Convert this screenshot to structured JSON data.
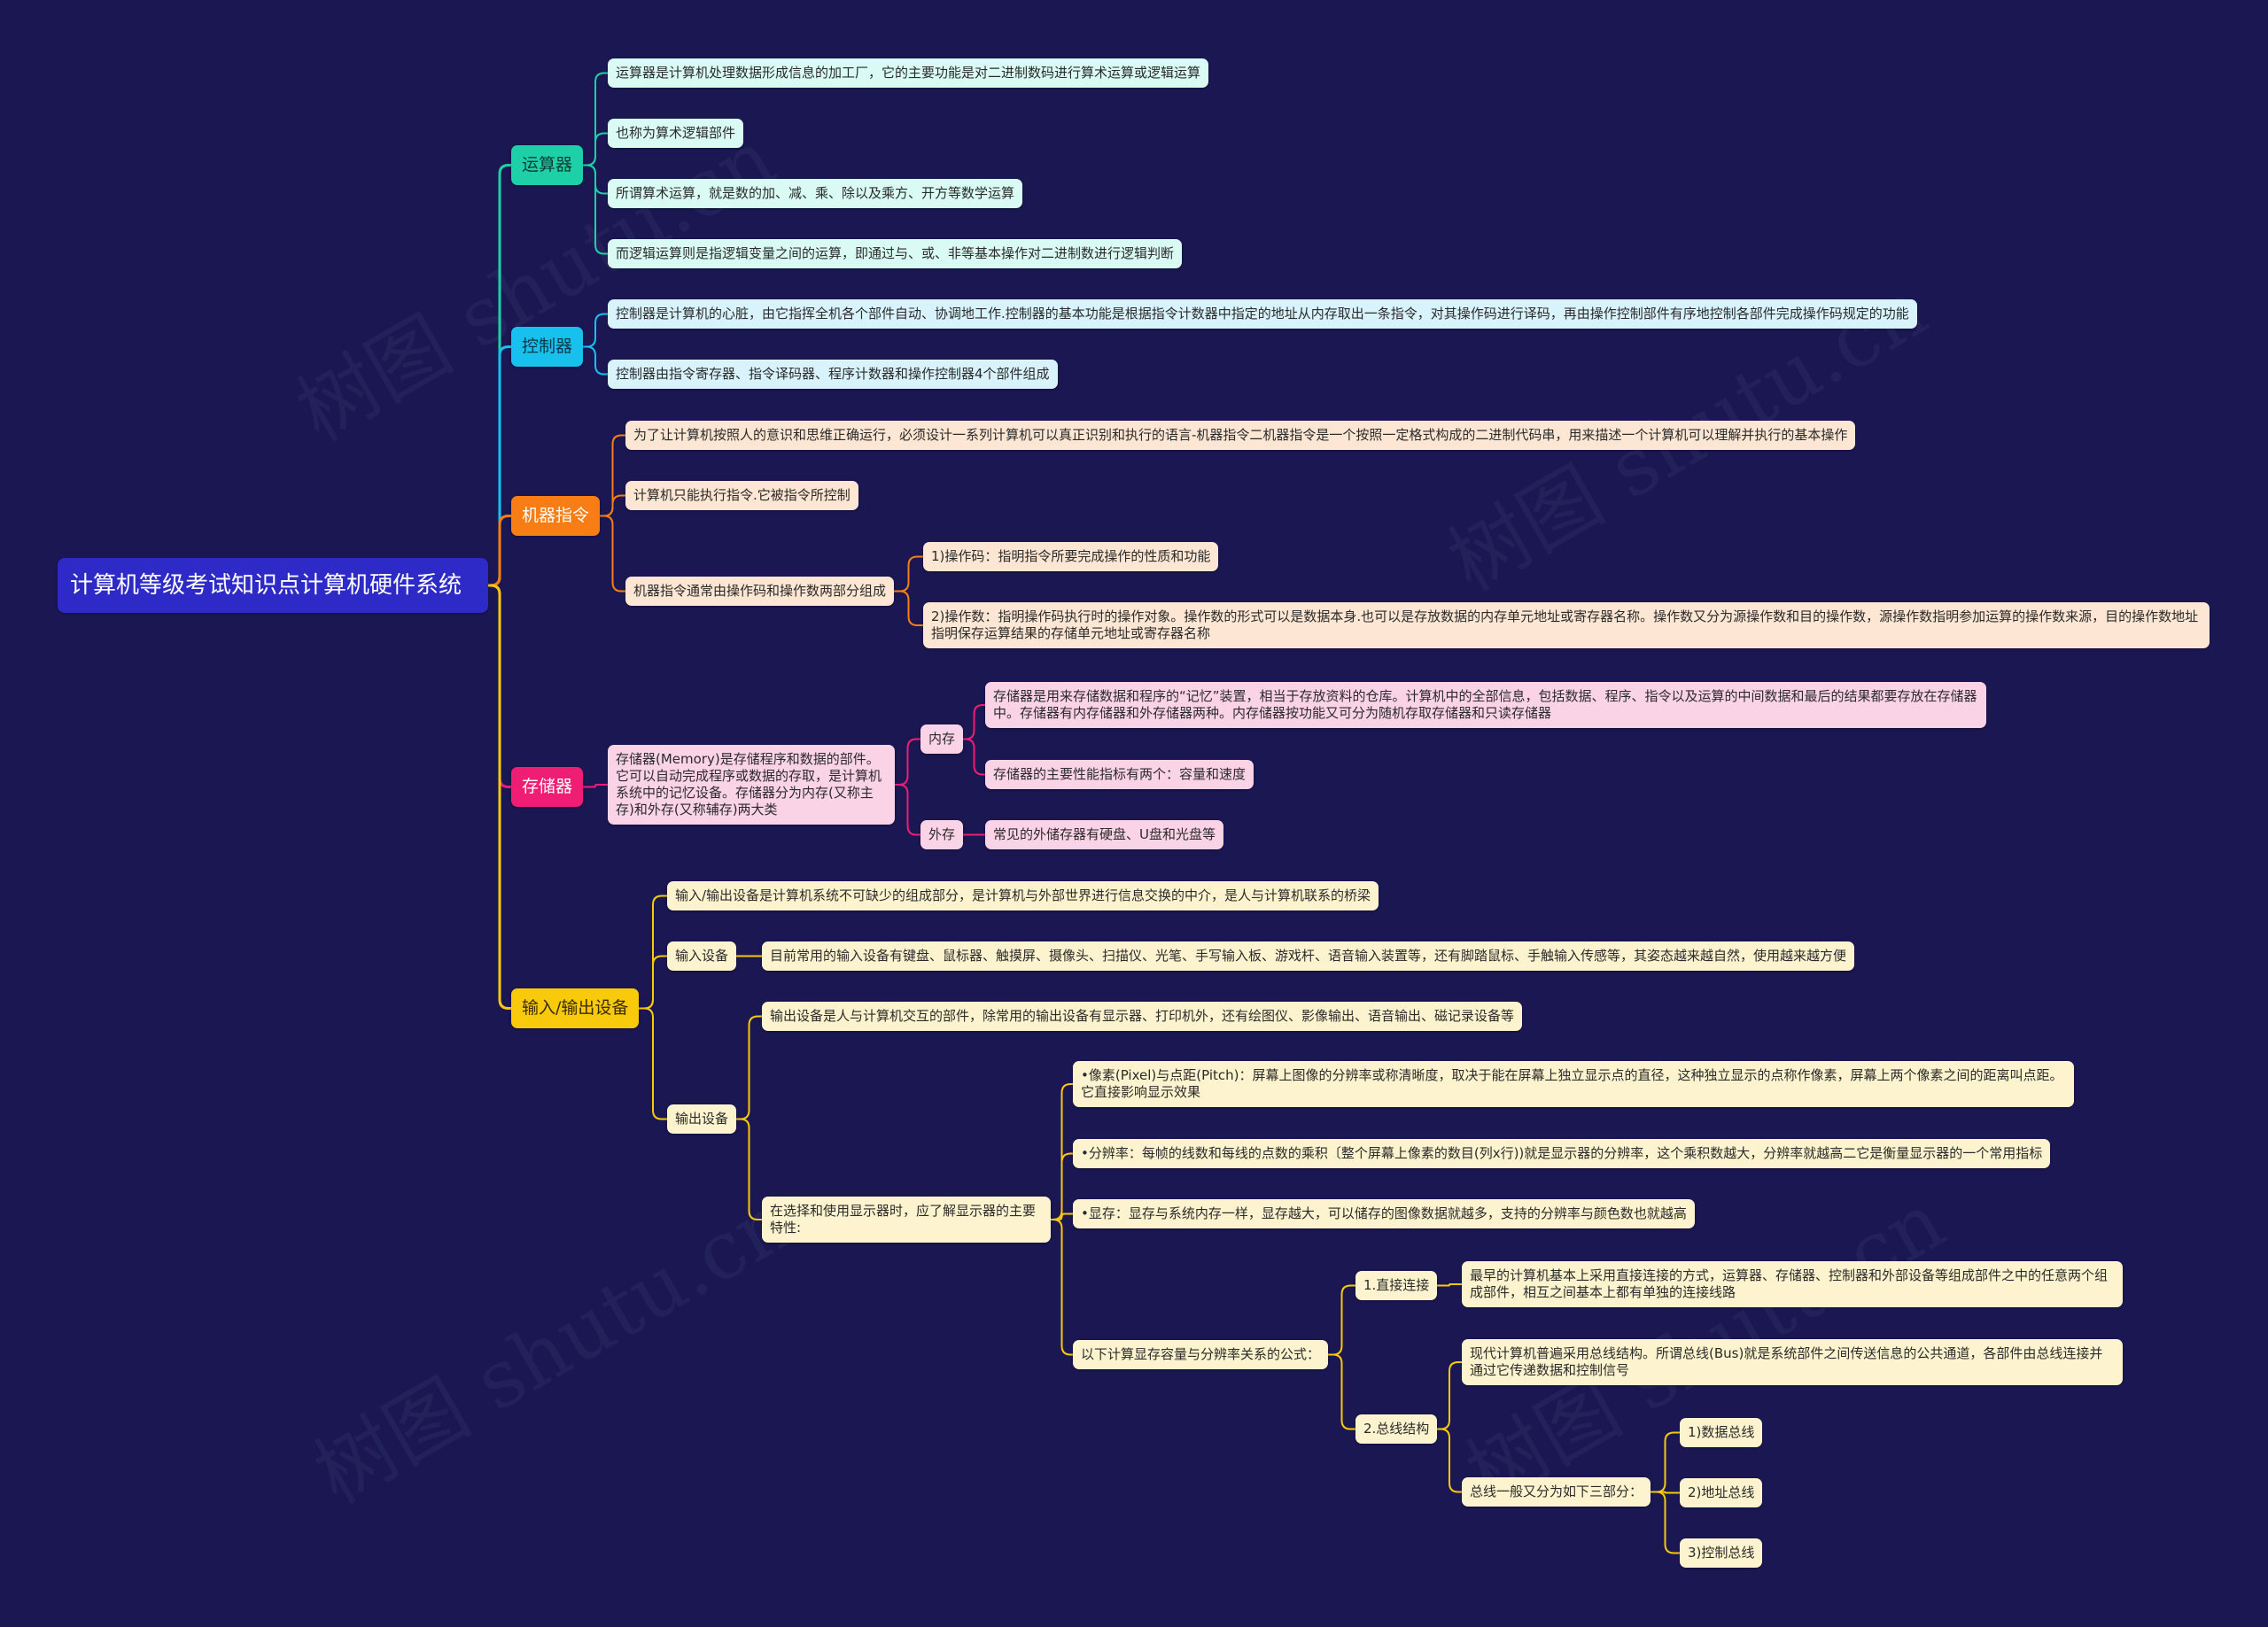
{
  "colors": {
    "background": "#1a1752",
    "root": "#2e2ac8",
    "teal": "#1ed0a8",
    "blue": "#18c0ee",
    "orange": "#f77d14",
    "pink": "#ef1d74",
    "yellow": "#f9c90c"
  },
  "watermark": "树图 shutu.cn",
  "root": "计算机等级考试知识点计算机硬件系统",
  "nodes": {
    "yunsuanqi": "运算器",
    "ys1": "运算器是计算机处理数据形成信息的加工厂，它的主要功能是对二进制数码进行算术运算或逻辑运算",
    "ys2": "也称为算术逻辑部件",
    "ys3": "所谓算术运算，就是数的加、减、乘、除以及乘方、开方等数学运算",
    "ys4": "而逻辑运算则是指逻辑变量之间的运算，即通过与、或、非等基本操作对二进制数进行逻辑判断",
    "kongzhiqi": "控制器",
    "kz1": "控制器是计算机的心脏，由它指挥全机各个部件自动、协调地工作.控制器的基本功能是根据指令计数器中指定的地址从内存取出一条指令，对其操作码进行译码，再由操作控制部件有序地控制各部件完成操作码规定的功能",
    "kz2": "控制器由指令寄存器、指令译码器、程序计数器和操作控制器4个部件组成",
    "jiqi": "机器指令",
    "jq1": "为了让计算机按照人的意识和思维正确运行，必须设计一系列计算机可以真正识别和执行的语言-机器指令二机器指令是一个按照一定格式构成的二进制代码串，用来描述一个计算机可以理解并执行的基本操作",
    "jq2": "计算机只能执行指令.它被指令所控制",
    "jq3": "机器指令通常由操作码和操作数两部分组成",
    "jq3a": "1)操作码：指明指令所要完成操作的性质和功能",
    "jq3b": "2)操作数：指明操作码执行时的操作对象。操作数的形式可以是数据本身.也可以是存放数据的内存单元地址或寄存器名称。操作数又分为源操作数和目的操作数，源操作数指明参加运算的操作数来源，目的操作数地址指明保存运算结果的存储单元地址或寄存器名称",
    "cunchu": "存储器",
    "cc1": "存储器(Memory)是存储程序和数据的部件。它可以自动完成程序或数据的存取，是计算机系统中的记忆设备。存储器分为内存(又称主存)和外存(又称辅存)两大类",
    "neicun": "内存",
    "nc1": "存储器是用来存储数据和程序的“记忆”装置，相当于存放资料的仓库。计算机中的全部信息，包括数据、程序、指令以及运算的中间数据和最后的结果都要存放在存储器中。存储器有内存储器和外存储器两种。内存储器按功能又可分为随机存取存储器和只读存储器",
    "nc2": "存储器的主要性能指标有两个：容量和速度",
    "waicun": "外存",
    "wc1": "常见的外储存器有硬盘、U盘和光盘等",
    "io": "输入/输出设备",
    "io1": "输入/输出设备是计算机系统不可缺少的组成部分，是计算机与外部世界进行信息交换的中介，是人与计算机联系的桥梁",
    "input": "输入设备",
    "in1": "目前常用的输入设备有键盘、鼠标器、触摸屏、摄像头、扫描仪、光笔、手写输入板、游戏杆、语音输入装置等，还有脚踏鼠标、手触输入传感等，其姿态越来越自然，使用越来越方便",
    "output": "输出设备",
    "out1": "输出设备是人与计算机交互的部件，除常用的输出设备有显示器、打印机外，还有绘图仪、影像输出、语音输出、磁记录设备等",
    "out2": "在选择和使用显示器时，应了解显示器的主要特性:",
    "px": "•像素(Pixel)与点距(Pitch)：屏幕上图像的分辨率或称清晰度，取决于能在屏幕上独立显示点的直径，这种独立显示的点称作像素，屏幕上两个像素之间的距离叫点距。它直接影响显示效果",
    "res": "•分辨率：每帧的线数和每线的点数的乘积〔整个屏幕上像素的数目(列x行))就是显示器的分辨率，这个乘积数越大，分辨率就越高二它是衡量显示器的一个常用指标",
    "vram": "•显存：显存与系统内存一样，显存越大，可以储存的图像数据就越多，支持的分辨率与颜色数也就越高",
    "formula": "以下计算显存容量与分辨率关系的公式：",
    "direct": "1.直接连接",
    "direct1": "最早的计算机基本上采用直接连接的方式，运算器、存储器、控制器和外部设备等组成部件之中的任意两个组成部件，相互之间基本上都有单独的连接线路",
    "bus": "2.总线结构",
    "bus1": "现代计算机普遍采用总线结构。所谓总线(Bus)就是系统部件之间传送信息的公共通道，各部件由总线连接并通过它传递数据和控制信号",
    "bus2": "总线一般又分为如下三部分：",
    "b1": "1)数据总线",
    "b2": "2)地址总线",
    "b3": "3)控制总线"
  }
}
